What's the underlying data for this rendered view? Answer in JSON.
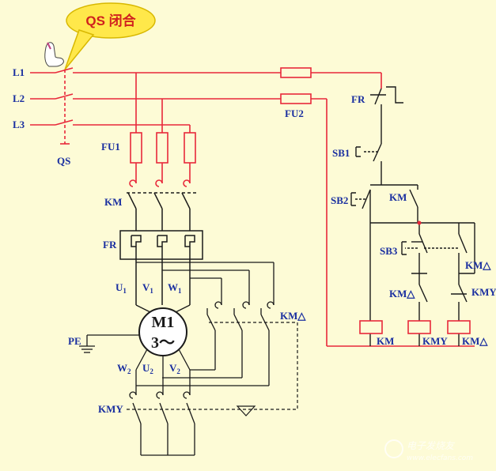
{
  "colors": {
    "background": "#fdfbd6",
    "power_wire": "#e8283a",
    "control_wire": "#e8283a",
    "black_wire": "#1a1a1a",
    "label": "#1a2fa0",
    "callout_fill": "#ffe84a",
    "motor_fill": "#2a2a2a"
  },
  "callout": {
    "text": "QS 闭合"
  },
  "lines": {
    "l1": "L1",
    "l2": "L2",
    "l3": "L3"
  },
  "labels": {
    "qs": "QS",
    "fu1": "FU1",
    "fu2": "FU2",
    "km_main": "KM",
    "fr_main": "FR",
    "fr_ctrl": "FR",
    "sb1": "SB1",
    "sb2": "SB2",
    "sb3": "SB3",
    "km_aux": "KM",
    "km_delta_aux": "KM△",
    "km_delta_nc": "KM△",
    "kmy_nc": "KMY",
    "km_delta_contacts": "KM△",
    "kmy_contacts": "KMY",
    "pe": "PE",
    "coil_km": "KM",
    "coil_kmy": "KMY",
    "coil_km_delta": "KM△"
  },
  "terminals": {
    "u": "U",
    "u_sub": "1",
    "v": "V",
    "v_sub": "1",
    "w": "W",
    "w_sub": "1",
    "w2": "W",
    "w2_sub": "2",
    "u2": "U",
    "u2_sub": "2",
    "v2": "V",
    "v2_sub": "2"
  },
  "motor": {
    "name": "M1",
    "phase": "3～"
  },
  "watermark": {
    "text": "电子发烧友",
    "url": "www.elecfans.com"
  }
}
